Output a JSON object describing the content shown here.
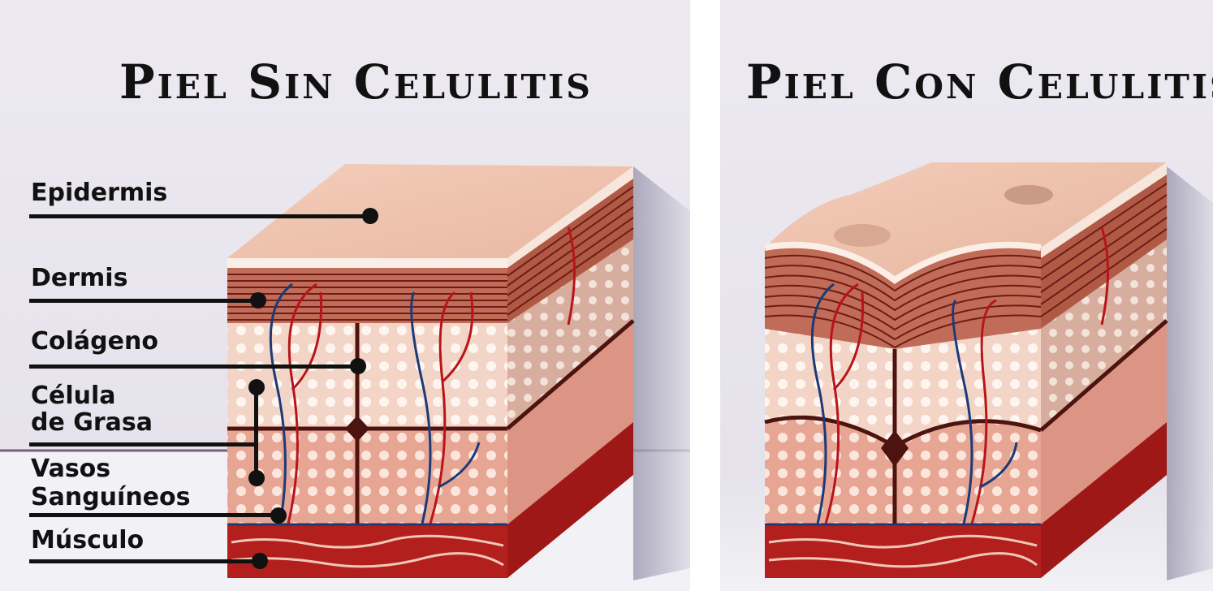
{
  "left_panel": {
    "title": "Piel Sin Celulitis",
    "labels": {
      "epidermis": "Epidermis",
      "dermis": "Dermis",
      "colageno": "Colágeno",
      "celula_line1": "Célula",
      "celula_line2": "de Grasa",
      "vasos_line1": "Vasos",
      "vasos_line2": "Sanguíneos",
      "musculo": "Músculo"
    }
  },
  "right_panel": {
    "title": "Piel Con Celulitis"
  },
  "colors": {
    "background": "#e9e6ee",
    "skin_top": "#efc3ae",
    "dermis": "#b5543e",
    "fat": "#f2d3c6",
    "fat_lower": "#e8a393",
    "muscle": "#b01e1c",
    "vessel_red": "#b8141a",
    "vessel_blue": "#1b3a78",
    "line": "#111111"
  }
}
